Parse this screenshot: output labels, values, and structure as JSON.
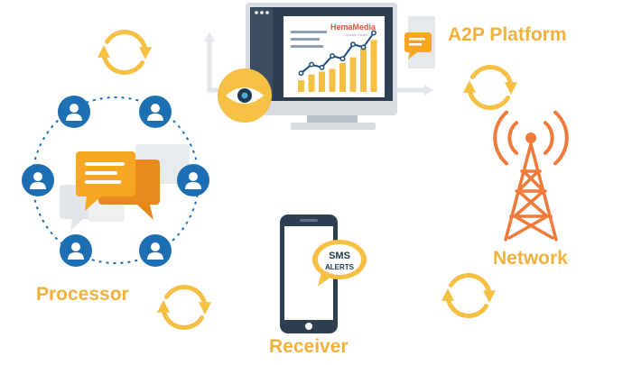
{
  "labels": {
    "a2p_platform": "A2P Platform",
    "network": "Network",
    "processor": "Processor",
    "receiver": "Receiver"
  },
  "monitor_logo": {
    "text_main": "HemaMedia",
    "text_sub": "Creative Studio"
  },
  "phone_bubble": {
    "line1": "SMS",
    "line2": "ALERTS"
  },
  "chart_in_monitor": {
    "bars": [
      2,
      3,
      3.5,
      4,
      5,
      6,
      7.5,
      9
    ],
    "trend": [
      2,
      3.5,
      3,
      5,
      4.5,
      7,
      6.5,
      9
    ]
  },
  "colors": {
    "accent_yellow": "#f5c044",
    "label_orange": "#f2b13c",
    "user_blue": "#1d6fb4",
    "bubble_orange": "#f7a623",
    "dark_navy": "#2e3f52",
    "tower_orange": "#f07a3a",
    "monitor_gray": "#d9dde1"
  },
  "icons": [
    "refresh-cycle-icon",
    "user-icon",
    "chat-bubble-icon",
    "eye-icon",
    "cell-tower-icon",
    "smartphone-icon",
    "message-bubble-icon",
    "monitor-icon"
  ]
}
